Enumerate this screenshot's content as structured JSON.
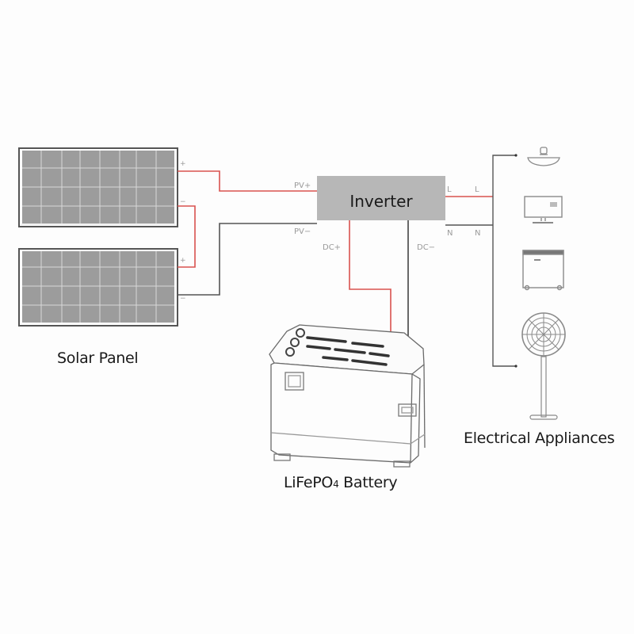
{
  "diagram": {
    "title": "Solar off-grid system wiring",
    "components": {
      "solar_panel": {
        "label": "Solar Panel",
        "count": 2,
        "polarity_top": [
          "+",
          "−"
        ],
        "polarity_bottom": [
          "+",
          "−"
        ]
      },
      "inverter": {
        "label": "Inverter",
        "ports": {
          "pv_plus": "PV+",
          "pv_minus": "PV−",
          "dc_plus": "DC+",
          "dc_minus": "DC−",
          "l_inner": "L",
          "n_inner": "N",
          "l_outer": "L",
          "n_outer": "N"
        }
      },
      "battery": {
        "label_main": "LiFePO",
        "label_sub": "4",
        "label_tail": " Battery"
      },
      "appliances": {
        "label": "Electrical Appliances",
        "items": [
          {
            "name": "ceiling-lamp",
            "icon": "lamp-icon"
          },
          {
            "name": "monitor",
            "icon": "monitor-icon"
          },
          {
            "name": "washing-machine",
            "icon": "appliance-box-icon"
          },
          {
            "name": "standing-fan",
            "icon": "fan-icon"
          }
        ]
      }
    },
    "colors": {
      "positive_wire": "#d9534f",
      "negative_wire": "#555555",
      "inverter_fill": "#b7b7b7",
      "panel_cell": "#9c9c9c",
      "panel_frame": "#555555",
      "outline": "#8a8a8a"
    },
    "connections": [
      {
        "from": "solar_panel_1.+",
        "to": "inverter.PV+",
        "polarity": "positive"
      },
      {
        "from": "solar_panel_1.−",
        "to": "solar_panel_2.+",
        "polarity": "positive"
      },
      {
        "from": "solar_panel_2.−",
        "to": "inverter.PV−",
        "polarity": "negative"
      },
      {
        "from": "inverter.DC+",
        "to": "battery.+",
        "polarity": "positive"
      },
      {
        "from": "inverter.DC−",
        "to": "battery.−",
        "polarity": "negative"
      },
      {
        "from": "inverter.L",
        "to": "appliance_bus",
        "polarity": "positive"
      },
      {
        "from": "inverter.N",
        "to": "appliance_bus",
        "polarity": "negative"
      }
    ]
  }
}
